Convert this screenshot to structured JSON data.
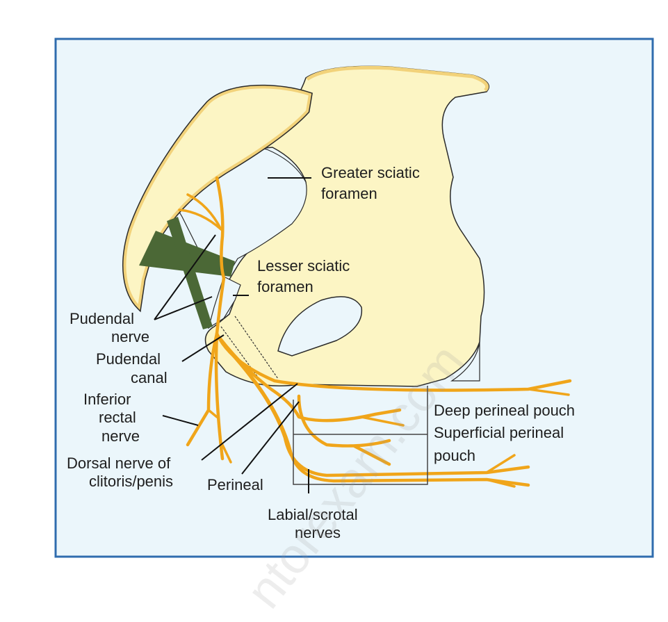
{
  "labels": {
    "greater_sciatic": [
      "Greater sciatic",
      "foramen"
    ],
    "lesser_sciatic": [
      "Lesser sciatic",
      "foramen"
    ],
    "pudendal_nerve": [
      "Pudendal",
      "nerve"
    ],
    "pudendal_canal": [
      "Pudendal",
      "canal"
    ],
    "inferior_rectal": [
      "Inferior",
      "rectal",
      "nerve"
    ],
    "dorsal_nerve": [
      "Dorsal nerve of",
      "clitoris/penis"
    ],
    "perineal": "Perineal",
    "labial_scrotal": [
      "Labial/scrotal",
      "nerves"
    ],
    "deep_pouch": "Deep perineal pouch",
    "superficial_pouch": [
      "Superficial perineal",
      "pouch"
    ]
  },
  "watermark": "ntorexam.com",
  "colors": {
    "frame_border": "#2f6cae",
    "background": "#ebf6fb",
    "bone": "#fcf5c4",
    "bone_rim": "#f2d27a",
    "nerve": "#f0a51a",
    "ligament": "#4b6836"
  }
}
